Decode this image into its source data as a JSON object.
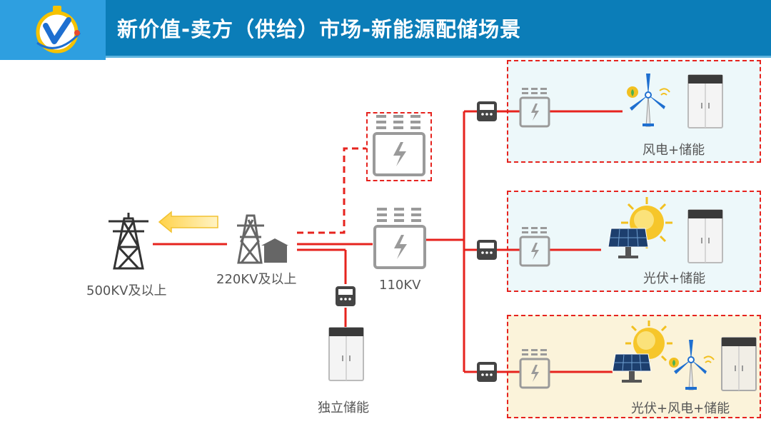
{
  "header": {
    "title": "新价值-卖方（供给）市场-新能源配储场景",
    "colors": {
      "bar": "#0b7db8",
      "logo_bg": "#2e9fe0",
      "accent_line": "#e6231e"
    }
  },
  "nodes": {
    "tower_500kv": {
      "label": "500KV及以上",
      "icon": "transmission-tower-icon"
    },
    "substation_220kv": {
      "label": "220KV及以上",
      "icon": "substation-icon"
    },
    "transformer_110kv": {
      "label": "110KV",
      "icon": "transformer-icon"
    },
    "independent_storage": {
      "label": "独立储能",
      "icon": "battery-cabinet-icon"
    }
  },
  "scenes": [
    {
      "label": "风电+储能",
      "icons": [
        "wind-turbine-icon",
        "battery-cabinet-icon"
      ]
    },
    {
      "label": "光伏+储能",
      "icons": [
        "solar-panel-icon",
        "sun-icon",
        "battery-cabinet-icon"
      ]
    },
    {
      "label": "光伏+风电+储能",
      "icons": [
        "solar-panel-icon",
        "sun-icon",
        "wind-turbine-icon",
        "battery-cabinet-icon"
      ]
    }
  ]
}
